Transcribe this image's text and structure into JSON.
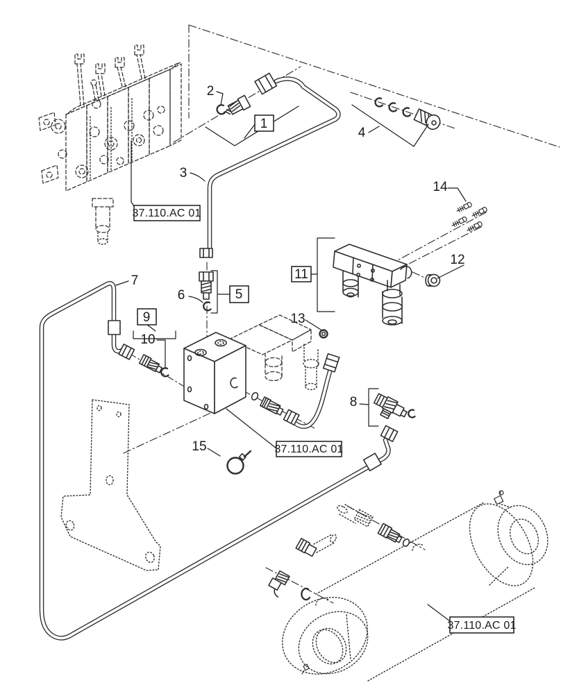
{
  "page": {
    "background": "#ffffff",
    "line_color": "#2e2e2e",
    "label_color": "#1a1a1a",
    "type": "exploded-parts-diagram"
  },
  "callouts": {
    "c1": {
      "label": "1",
      "boxed": true,
      "points_to": "adapter-fitting-group"
    },
    "c2": {
      "label": "2",
      "boxed": false,
      "points_to": "o-ring"
    },
    "c3": {
      "label": "3",
      "boxed": false,
      "points_to": "steel-tube"
    },
    "c4": {
      "label": "4",
      "boxed": false,
      "points_to": "plug-and-seal-group"
    },
    "c5": {
      "label": "5",
      "boxed": true,
      "points_to": "connector-fitting-group"
    },
    "c6": {
      "label": "6",
      "boxed": false,
      "points_to": "o-ring"
    },
    "c7": {
      "label": "7",
      "boxed": false,
      "points_to": "long-hose"
    },
    "c8": {
      "label": "8",
      "boxed": false,
      "points_to": "tee-fitting-group"
    },
    "c9": {
      "label": "9",
      "boxed": true,
      "points_to": "fitting-group"
    },
    "c10": {
      "label": "10",
      "boxed": false,
      "points_to": "o-ring"
    },
    "c11": {
      "label": "11",
      "boxed": true,
      "points_to": "solenoid-valve-assembly"
    },
    "c12": {
      "label": "12",
      "boxed": false,
      "points_to": "cap-nut"
    },
    "c13": {
      "label": "13",
      "boxed": false,
      "points_to": "washer"
    },
    "c14": {
      "label": "14",
      "boxed": false,
      "points_to": "mounting-bolts"
    },
    "c15": {
      "label": "15",
      "boxed": false,
      "points_to": "cable-tie"
    }
  },
  "ref_labels": {
    "valve": "37.110.AC 01",
    "manifold": "37.110.AC 01",
    "cylinder": "37.110.AC 01"
  }
}
